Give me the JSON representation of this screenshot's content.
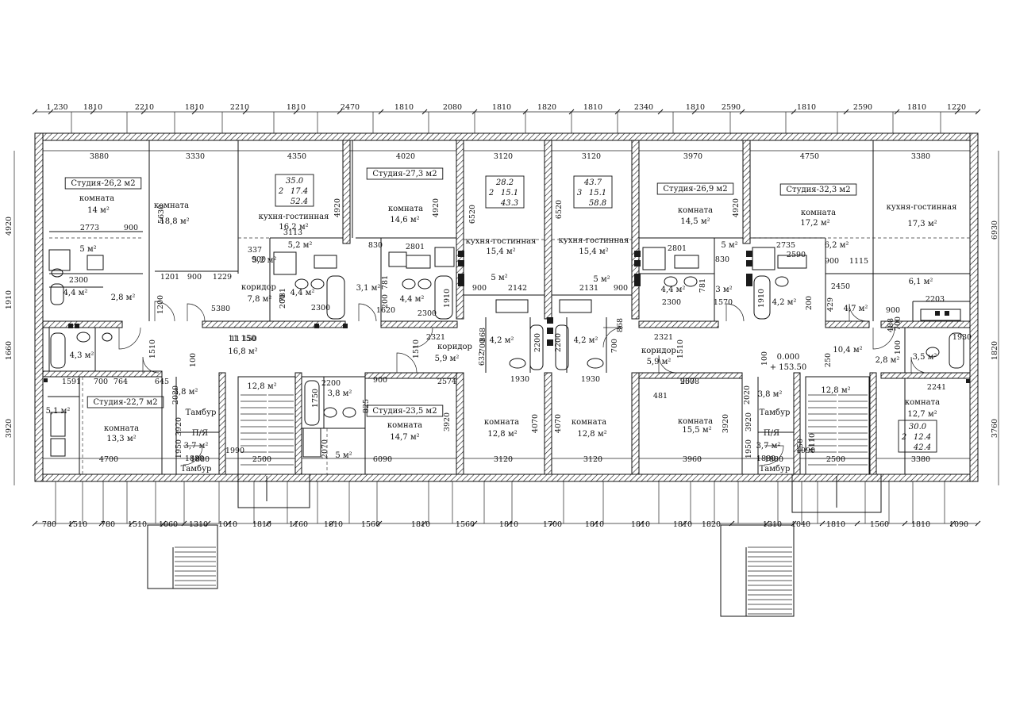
{
  "dims": {
    "top": [
      "1 230",
      "1810",
      "2210",
      "1810",
      "2210",
      "1810",
      "2470",
      "1810",
      "2080",
      "1810",
      "1820",
      "1810",
      "2340",
      "1810",
      "2590",
      "1810",
      "2590",
      "1810",
      "1220"
    ],
    "inner_top": [
      "3880",
      "3330",
      "4350",
      "4020",
      "3120",
      "3120",
      "3970",
      "4750",
      "3380"
    ],
    "bottom": [
      "780",
      "1510",
      "780",
      "1510",
      "1060",
      "1310",
      "1010",
      "1810",
      "1160",
      "1810",
      "1560",
      "1810",
      "1560",
      "1810",
      "1700",
      "1810",
      "1810",
      "1810",
      "1820",
      "1310",
      "1040",
      "1810",
      "1560",
      "1810",
      "1090"
    ],
    "inner_bottom": [
      "4700",
      "1880",
      "2500",
      "6090",
      "3120",
      "3120",
      "3960",
      "1880",
      "2500",
      "3380"
    ],
    "left": [
      "4920",
      "1910",
      "1660",
      "3920"
    ],
    "right": [
      "6930",
      "1820",
      "3760"
    ],
    "inner_v": [
      "5630",
      "4920",
      "4920",
      "6520",
      "6520",
      "4920",
      "3920",
      "3920",
      "4070",
      "4070",
      "3920",
      "3920",
      "2020",
      "2020",
      "1510",
      "1510",
      "1510",
      "1910",
      "1910",
      "1750",
      "2070",
      "1950",
      "1950",
      "4110",
      "150",
      "2200",
      "2200",
      "632",
      "868",
      "868",
      "700",
      "700",
      "781",
      "781",
      "781",
      "200",
      "200",
      "200",
      "1200",
      "825",
      "429",
      "250",
      "100",
      "100",
      "100",
      "488",
      "700"
    ],
    "inner_h": [
      "2773",
      "900",
      "2300",
      "1201",
      "900",
      "1229",
      "337",
      "900",
      "3113",
      "5380",
      "2300",
      "830",
      "2801",
      "1620",
      "2300",
      "900",
      "2142",
      "2131",
      "900",
      "2801",
      "830",
      "1570",
      "2300",
      "2735",
      "900",
      "1115",
      "2450",
      "2203",
      "900",
      "2590",
      "11 150",
      "2321",
      "2321",
      "1930",
      "1930",
      "2574",
      "2578",
      "2200",
      "900",
      "900",
      "764",
      "1591",
      "700",
      "645",
      "481",
      "2241",
      "1930",
      "1880",
      "1990",
      "1880",
      "1990"
    ]
  },
  "rooms": [
    {
      "t": "Студия-26,2 м2",
      "boxed": true
    },
    {
      "t": "комната"
    },
    {
      "t": "14 м²"
    },
    {
      "t": "комната"
    },
    {
      "t": "18,8 м²"
    },
    {
      "t": "кухня-гостинная"
    },
    {
      "t": "16,2 м²"
    },
    {
      "t": "Студия-27,3 м2",
      "boxed": true
    },
    {
      "t": "комната"
    },
    {
      "t": "14,6 м²"
    },
    {
      "t": "кухня-гостинная"
    },
    {
      "t": "15,4 м²"
    },
    {
      "t": "кухня-гостинная"
    },
    {
      "t": "15,4 м²"
    },
    {
      "t": "Студия-26,9 м2",
      "boxed": true
    },
    {
      "t": "комната"
    },
    {
      "t": "14,5 м²"
    },
    {
      "t": "Студия-32,3 м2",
      "boxed": true
    },
    {
      "t": "комната"
    },
    {
      "t": "17,2 м²"
    },
    {
      "t": "кухня-гостинная"
    },
    {
      "t": "17,3 м²"
    },
    {
      "t": "5 м²"
    },
    {
      "t": "5,2 м²"
    },
    {
      "t": "5,2 м²"
    },
    {
      "t": "5 м²"
    },
    {
      "t": "5 м²"
    },
    {
      "t": "5 м²"
    },
    {
      "t": "6,2 м²"
    },
    {
      "t": "6,1 м²"
    },
    {
      "t": "4,4 м²"
    },
    {
      "t": "2,8 м²"
    },
    {
      "t": "коридор"
    },
    {
      "t": "7,8 м²"
    },
    {
      "t": "4,4 м²"
    },
    {
      "t": "3,1 м²"
    },
    {
      "t": "4,4 м²"
    },
    {
      "t": "4,4 м²"
    },
    {
      "t": "3 м²"
    },
    {
      "t": "4,2 м²"
    },
    {
      "t": "4,7 м²"
    },
    {
      "t": "4,3 м²"
    },
    {
      "t": "11 150"
    },
    {
      "t": "16,8 м²"
    },
    {
      "t": "коридор"
    },
    {
      "t": "5,9 м²"
    },
    {
      "t": "4,2 м²"
    },
    {
      "t": "4,2 м²"
    },
    {
      "t": "коридор"
    },
    {
      "t": "5,9 м²"
    },
    {
      "t": "0.000"
    },
    {
      "t": "+ 153.50"
    },
    {
      "t": "10,4 м²"
    },
    {
      "t": "2,8 м²"
    },
    {
      "t": "3,5 м²"
    },
    {
      "t": "5,1 м²"
    },
    {
      "t": "Студия-22,7 м2",
      "boxed": true
    },
    {
      "t": "комната"
    },
    {
      "t": "13,3 м²"
    },
    {
      "t": "3,8 м²"
    },
    {
      "t": "Тамбур"
    },
    {
      "t": "П/Я"
    },
    {
      "t": "3,7 м²"
    },
    {
      "t": "Тамбур"
    },
    {
      "t": "12,8 м²"
    },
    {
      "t": "3,8 м²"
    },
    {
      "t": "Студия-23,5 м2",
      "boxed": true
    },
    {
      "t": "комната"
    },
    {
      "t": "14,7 м²"
    },
    {
      "t": "5 м²"
    },
    {
      "t": "комната"
    },
    {
      "t": "12,8 м²"
    },
    {
      "t": "комната"
    },
    {
      "t": "12,8 м²"
    },
    {
      "t": "комната"
    },
    {
      "t": "15,5 м²"
    },
    {
      "t": "3,8 м²"
    },
    {
      "t": "Тамбур"
    },
    {
      "t": "П/Я"
    },
    {
      "t": "3,7 м²"
    },
    {
      "t": "Тамбур"
    },
    {
      "t": "12,8 м²"
    },
    {
      "t": "комната"
    },
    {
      "t": "12,7 м²"
    }
  ],
  "areas": [
    {
      "a": "35.0",
      "n": "2",
      "b": "17.4",
      "c": "52.4"
    },
    {
      "a": "28.2",
      "n": "2",
      "b": "15.1",
      "c": "43.3"
    },
    {
      "a": "43.7",
      "n": "3",
      "b": "15.1",
      "c": "58.8"
    },
    {
      "a": "30.0",
      "n": "2",
      "b": "12.4",
      "c": "42.4"
    }
  ]
}
